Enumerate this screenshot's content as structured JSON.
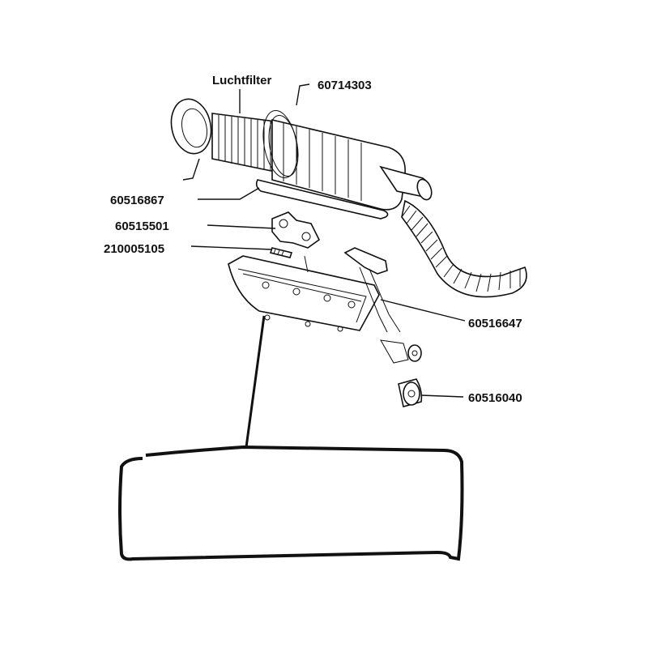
{
  "labels": {
    "luchtfilter": "Luchtfilter",
    "p60714303": "60714303",
    "p60516867": "60516867",
    "p60515501": "60515501",
    "p210005105": "210005105",
    "p60516647": "60516647",
    "p60516040": "60516040"
  },
  "colors": {
    "ink": "#111111",
    "background": "#ffffff"
  }
}
